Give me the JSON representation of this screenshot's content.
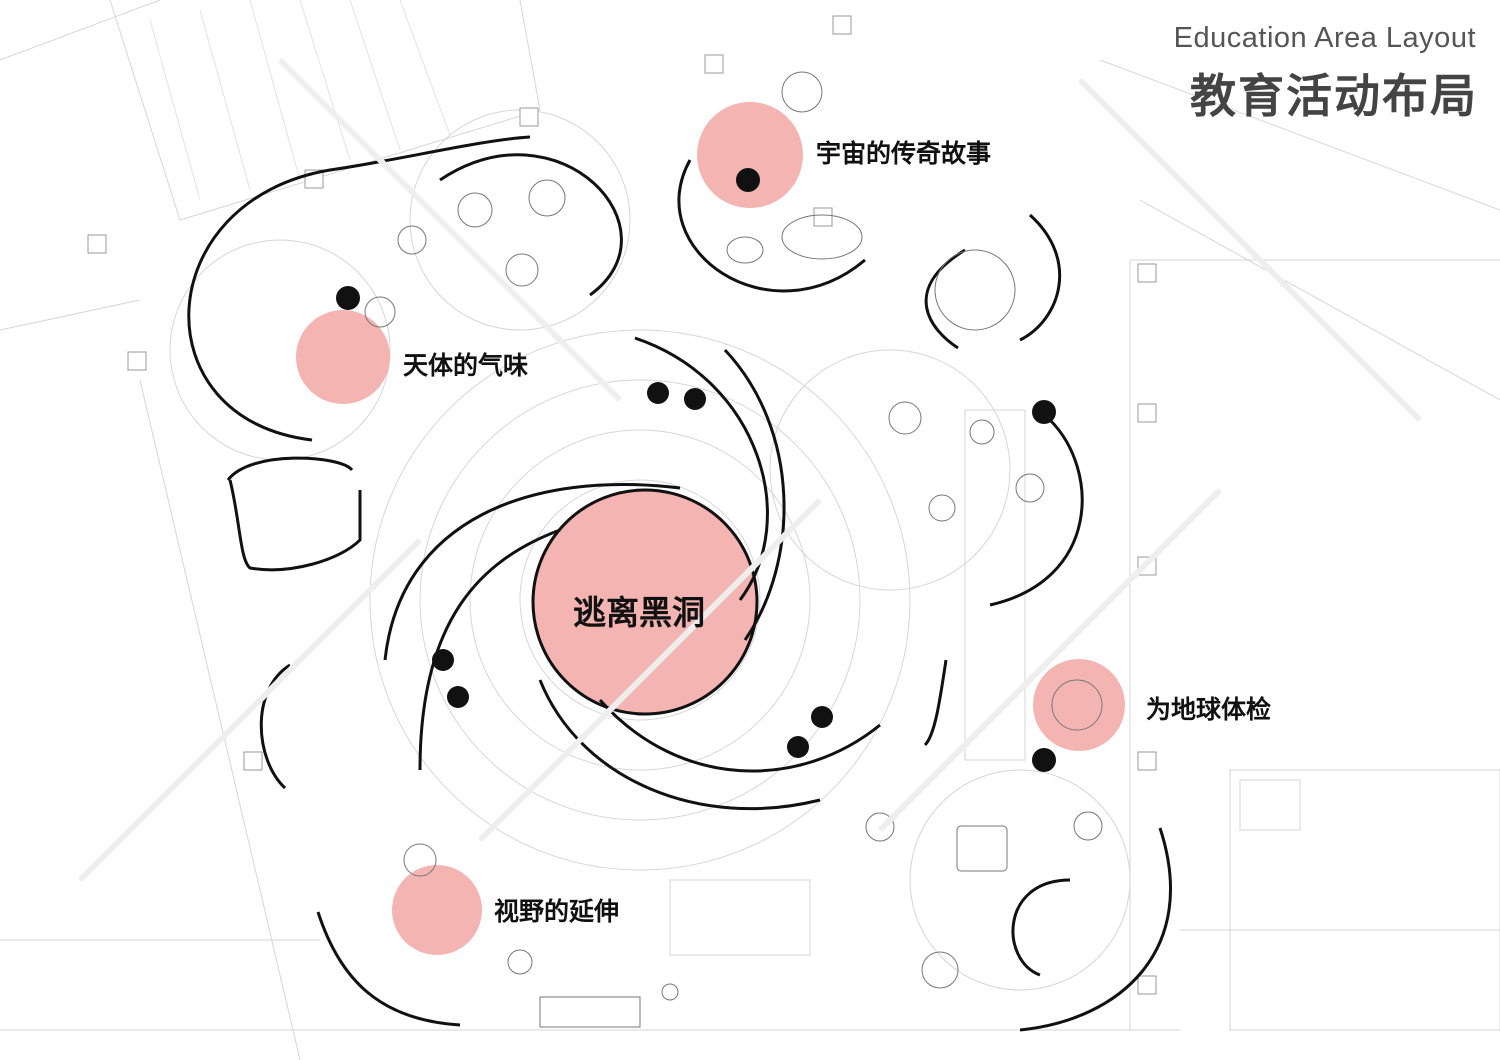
{
  "header": {
    "title_en": "Education Area Layout",
    "title_cn": "教育活动布局"
  },
  "zones": [
    {
      "label": "宇宙的传奇故事"
    },
    {
      "label": "天体的气味"
    },
    {
      "label": "逃离黑洞"
    },
    {
      "label": "为地球体检"
    },
    {
      "label": "视野的延伸"
    }
  ],
  "colors": {
    "zone_fill": "#f2a8a4",
    "line": "#111111",
    "faint": "#cccccc"
  }
}
